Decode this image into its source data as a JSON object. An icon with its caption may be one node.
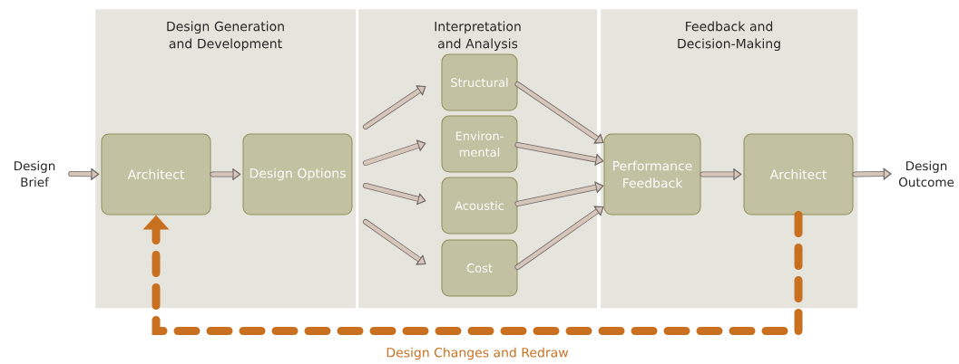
{
  "diagram": {
    "nodes": [
      {
        "text": [
          "Design Generation and Development"
        ]
      },
      {
        "text": [
          "Interpretation and Analysis"
        ]
      },
      {
        "text": [
          "Feedback and Decision-Making"
        ]
      },
      {
        "text": [
          "Design Brief"
        ]
      },
      {
        "text": [
          "Architect"
        ],
        "in": 0
      },
      {
        "text": [
          "Design Options"
        ],
        "in": 0
      },
      {
        "text": [
          "Structural"
        ],
        "in": 1
      },
      {
        "text": [
          "Environ- mental"
        ],
        "in": 1
      },
      {
        "text": [
          "Acoustic"
        ],
        "in": 1
      },
      {
        "text": [
          "Cost"
        ],
        "in": 1
      },
      {
        "text": [
          "Performance Feedback"
        ],
        "in": 2
      },
      {
        "text": [
          "Architect"
        ],
        "in": 2
      },
      {
        "text": [
          "Design Outcome"
        ]
      }
    ],
    "edges": [
      {
        "from": 3,
        "to": 4,
        "arrow": "to"
      },
      {
        "from": 4,
        "to": 5,
        "arrow": "to"
      },
      {
        "from": null,
        "to": 6,
        "arrow": "to"
      },
      {
        "from": null,
        "to": 7,
        "arrow": "to"
      },
      {
        "from": null,
        "to": 8,
        "arrow": "to"
      },
      {
        "from": null,
        "to": 9,
        "arrow": "to"
      },
      {
        "from": 6,
        "to": 10,
        "arrow": "to"
      },
      {
        "from": 7,
        "to": 10,
        "arrow": "to"
      },
      {
        "from": 8,
        "to": 10,
        "arrow": "to"
      },
      {
        "from": 9,
        "to": 10,
        "arrow": "to"
      },
      {
        "from": 10,
        "to": 11,
        "arrow": "to"
      },
      {
        "from": 11,
        "to": 12,
        "arrow": "to"
      },
      {
        "from": 11,
        "to": 4,
        "arrow": "to",
        "label": "Design Changes and Redraw",
        "style": "dashed",
        "color": "#c87020"
      }
    ]
  }
}
